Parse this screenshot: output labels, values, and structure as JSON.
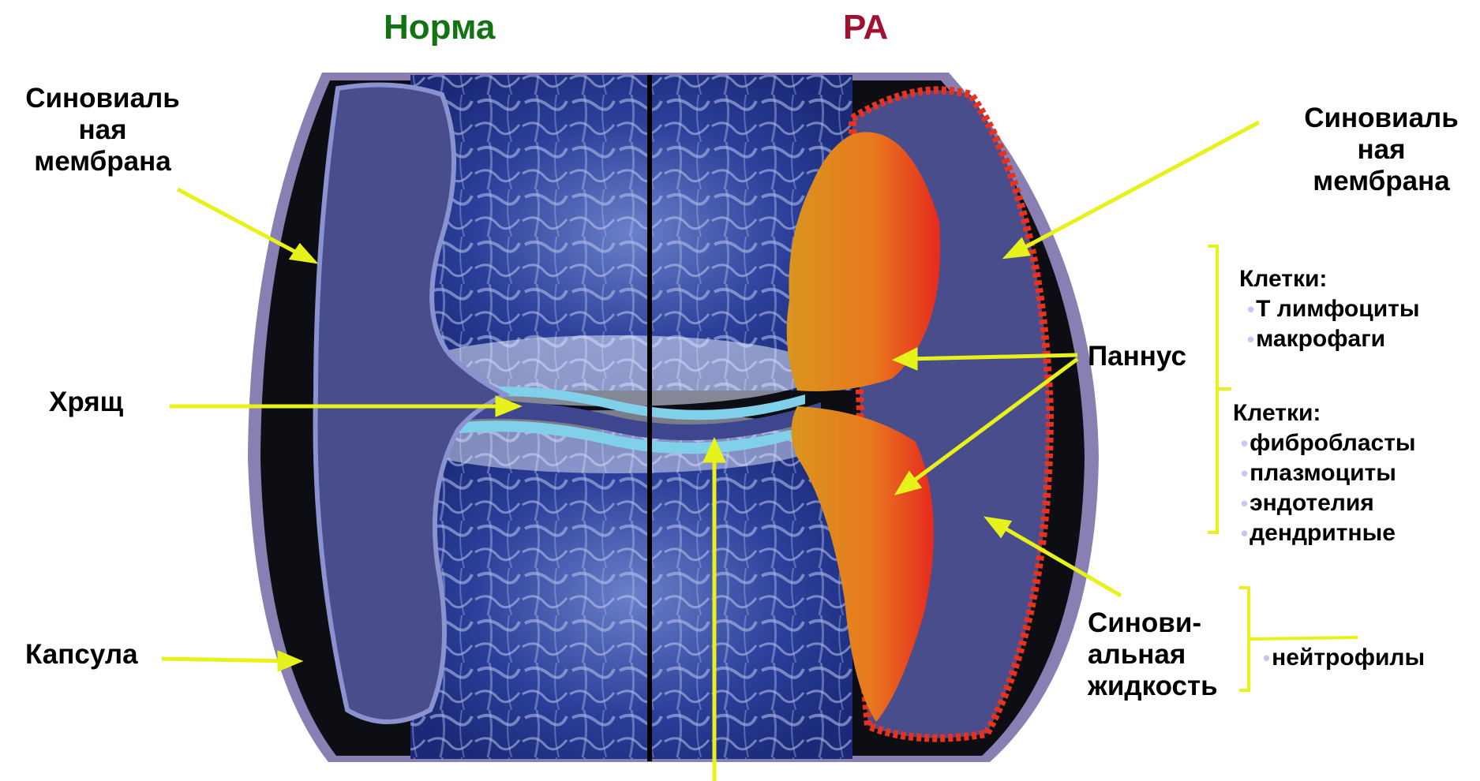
{
  "headings": {
    "normal": "Норма",
    "ra": "РА"
  },
  "labels": {
    "left_synovial_membrane": [
      "Синовиаль",
      "ная",
      "мембрана"
    ],
    "right_synovial_membrane": [
      "Синовиаль",
      "ная",
      "мембрана"
    ],
    "cartilage": "Хрящ",
    "capsule": "Капсула",
    "pannus": "Паннус",
    "synovial_fluid": [
      "Синови-",
      "альная",
      "жидкость"
    ]
  },
  "pannus_cells_1": {
    "title": "Клетки:",
    "items": [
      "Т лимфоциты",
      "макрофаги"
    ]
  },
  "pannus_cells_2": {
    "title": "Клетки:",
    "items": [
      "фибробласты",
      "плазмоциты",
      "эндотелия",
      "дендритные"
    ]
  },
  "fluid_cells": {
    "items": [
      "нейтрофилы"
    ]
  },
  "colors": {
    "normal_heading": "#127312",
    "ra_heading": "#a01030",
    "arrow": "#e6f21a",
    "capsule": "#8a7fb3",
    "synovium_fill": "#4a4d8c",
    "cartilage": "#7fd0e8",
    "pannus_red": "#e8321e",
    "pannus_orange": "#d98a1e",
    "bone_dark": "#1c2f86"
  }
}
